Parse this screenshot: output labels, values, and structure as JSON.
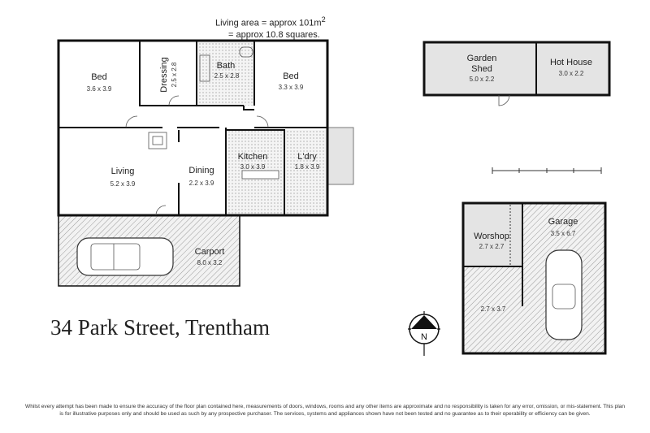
{
  "area_note": {
    "line1": "Living area = approx 101m",
    "sup": "2",
    "line2": "= approx 10.8 squares."
  },
  "rooms": {
    "bed1": {
      "name": "Bed",
      "dim": "3.6 x 3.9"
    },
    "dressing": {
      "name": "Dressing",
      "dim": "2.5 x 2.8"
    },
    "bath": {
      "name": "Bath",
      "dim": "2.5 x 2.8"
    },
    "bed2": {
      "name": "Bed",
      "dim": "3.3 x 3.9"
    },
    "living": {
      "name": "Living",
      "dim": "5.2 x 3.9"
    },
    "dining": {
      "name": "Dining",
      "dim": "2.2 x 3.9"
    },
    "kitchen": {
      "name": "Kitchen",
      "dim": "3.0 x 3.9"
    },
    "laundry": {
      "name": "L'dry",
      "dim": "1.8 x 3.9"
    },
    "carport": {
      "name": "Carport",
      "dim": "8.0 x 3.2"
    },
    "garden_shed": {
      "name1": "Garden",
      "name2": "Shed",
      "dim": "5.0 x 2.2"
    },
    "hot_house": {
      "name": "Hot House",
      "dim": "3.0 x 2.2"
    },
    "workshop": {
      "name": "Worshop",
      "dim": "2.7 x 2.7"
    },
    "garage": {
      "name": "Garage",
      "dim": "3.5 x 6.7"
    },
    "store": {
      "dim": "2.7 x 3.7"
    }
  },
  "compass": {
    "letter": "N",
    "icon": "north-arrow-icon"
  },
  "title": "34 Park Street, Trentham",
  "disclaimer": "Whilst every attempt has been made to ensure the accuracy of the floor plan contained here, measurements of doors, windows, rooms and any other items are approximate and no responsibility is taken for any error, omission, or mis-statement. This plan is for illustrative purposes only and should be used as such by any prospective purchaser. The services, systems and appliances shown have not been tested and no guarantee as to their operability or efficiency can be given.",
  "colors": {
    "wall": "#111111",
    "shaded_room": "#e4e4e4",
    "hatch": "#9a9a9a"
  }
}
